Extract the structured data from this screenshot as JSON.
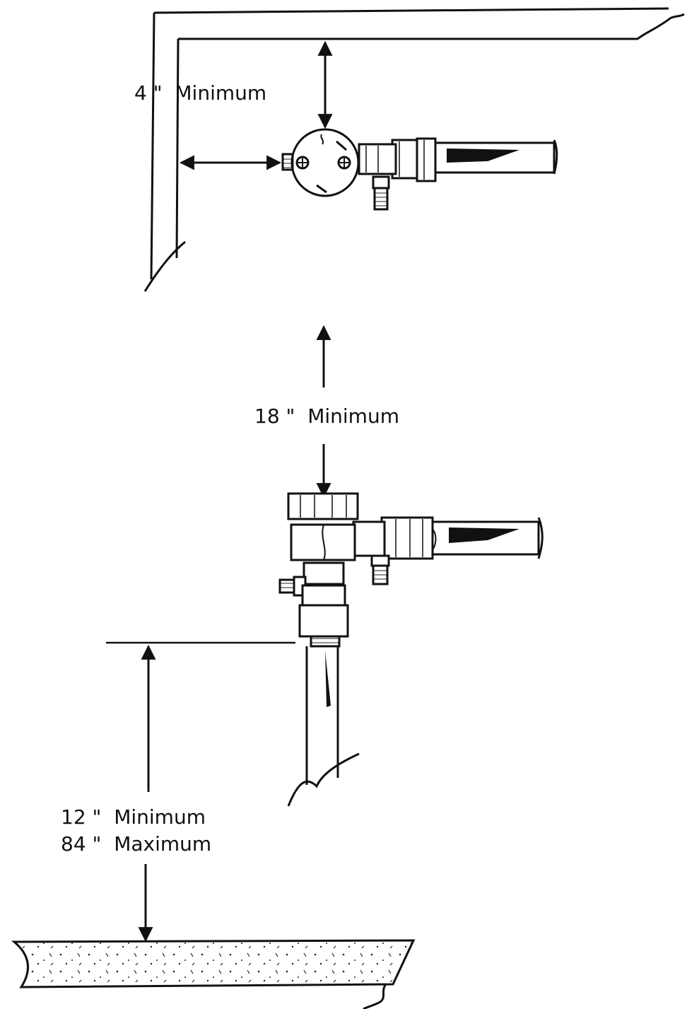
{
  "labels": {
    "clearance_wall_ceiling": "4 \"  Minimum",
    "clearance_separation": "18 \"  Minimum",
    "height_min": "12 \"  Minimum",
    "height_max": "84 \"  Maximum"
  },
  "colors": {
    "ink": "#111111",
    "background": "#ffffff"
  }
}
